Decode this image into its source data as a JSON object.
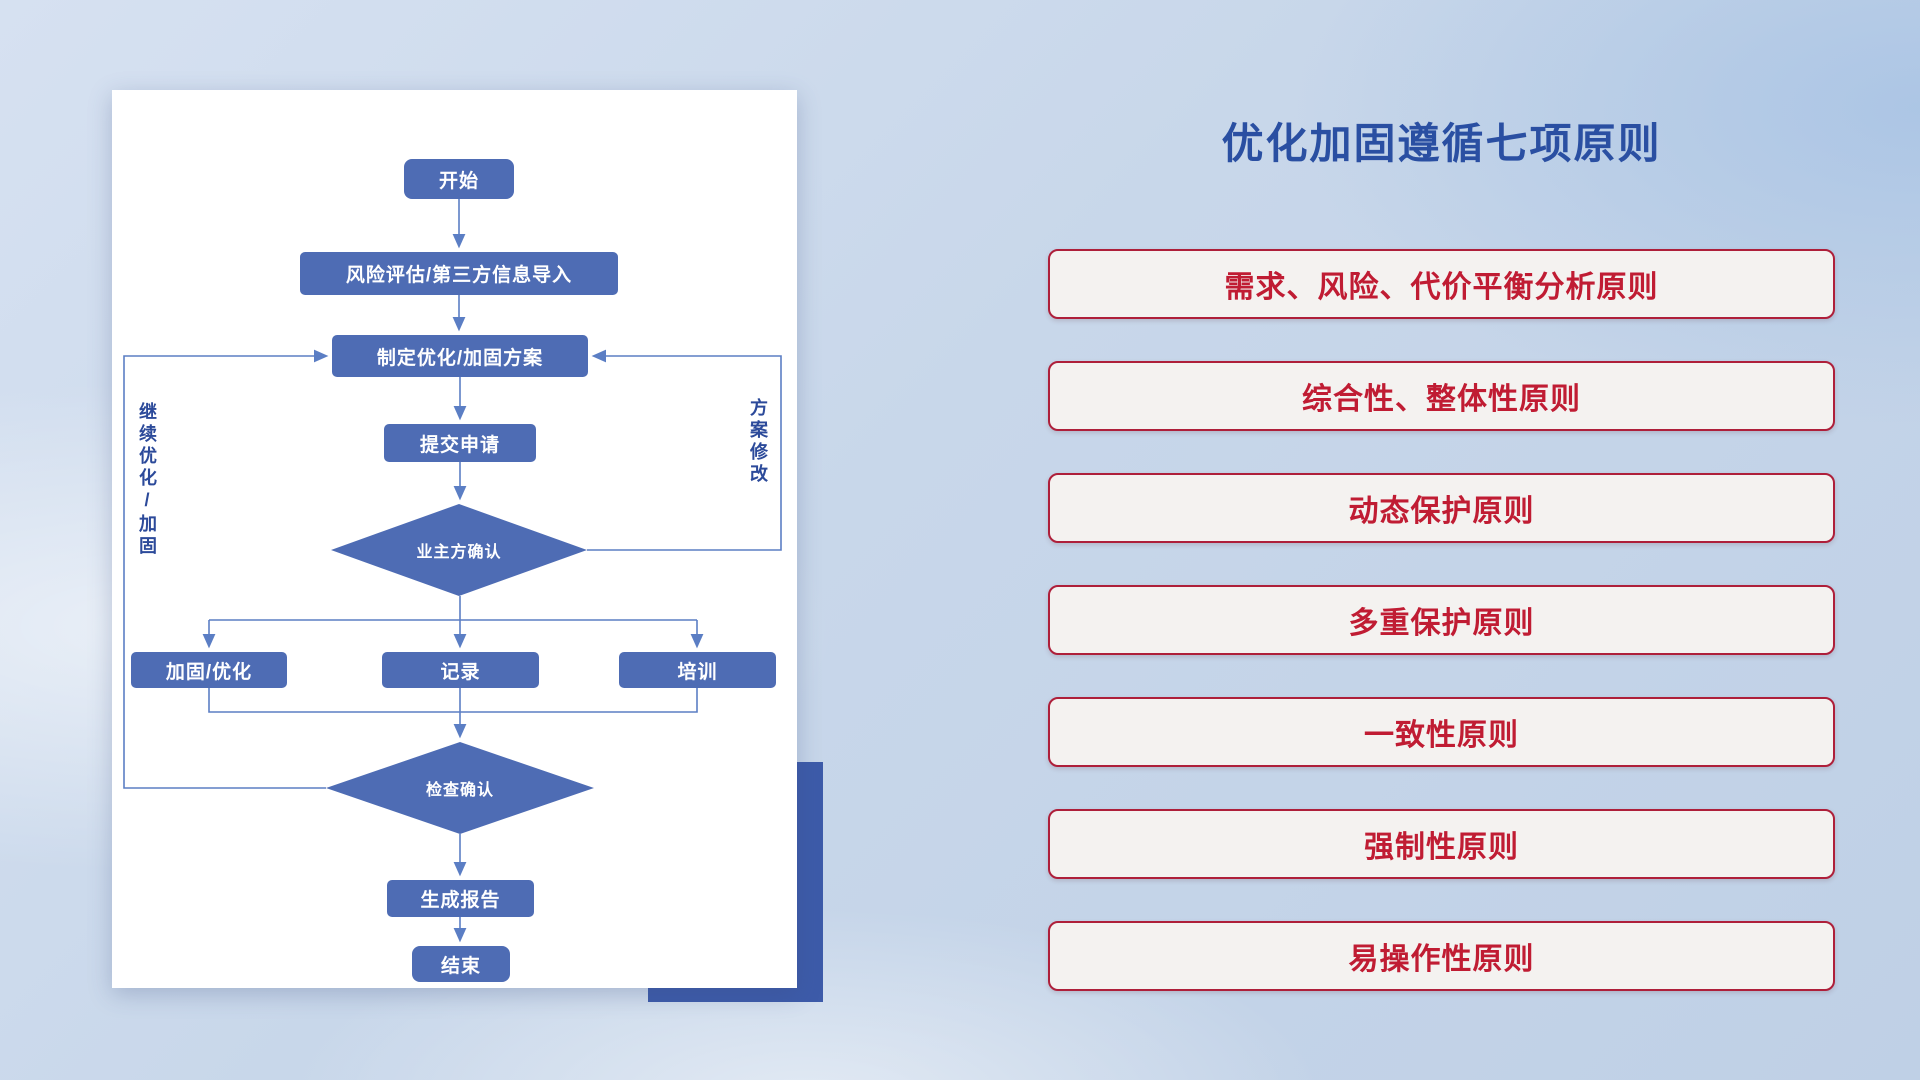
{
  "card": {
    "flowchart": {
      "nodes": {
        "start": "开始",
        "risk_import": "风险评估/第三方信息导入",
        "make_plan": "制定优化/加固方案",
        "submit": "提交申请",
        "owner_confirm": "业主方确认",
        "harden": "加固/优化",
        "record": "记录",
        "train": "培训",
        "check_confirm": "检查确认",
        "report": "生成报告",
        "end": "结束"
      },
      "edge_labels": {
        "continue_optimize": "继续优化/加固",
        "plan_modify": "方案修改"
      }
    }
  },
  "principles": {
    "title": "优化加固遵循七项原则",
    "items": [
      "需求、风险、代价平衡分析原则",
      "综合性、整体性原则",
      "动态保护原则",
      "多重保护原则",
      "一致性原则",
      "强制性原则",
      "易操作性原则"
    ]
  },
  "colors": {
    "flow_node_fill": "#4e6cb4",
    "flow_arrow": "#5b7ec4",
    "title_blue": "#2a4fa2",
    "principle_red": "#c01c33",
    "principle_border": "#ae1f3a",
    "decor_rect_blue": "#3d5ba9"
  }
}
